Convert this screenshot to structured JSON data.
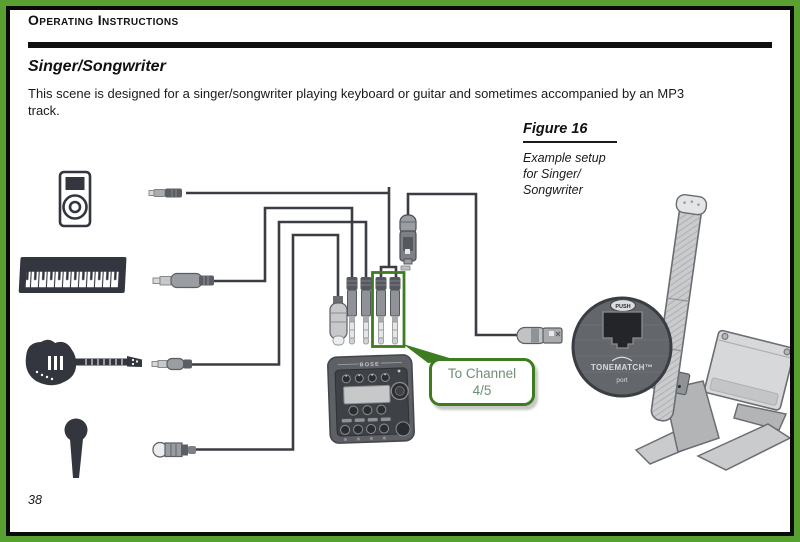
{
  "page": {
    "header": "Operating Instructions",
    "title": "Singer/Songwriter",
    "body_line1": "This scene is designed for a singer/songwriter playing keyboard or guitar and sometimes accompanied by an MP3",
    "body_line2": "track.",
    "page_number": "38"
  },
  "figure": {
    "label": "Figure 16",
    "caption_1": "Example setup",
    "caption_2": "for Singer/",
    "caption_3": "Songwriter"
  },
  "callout": {
    "line1": "To Channel",
    "line2": "4/5"
  },
  "devices": {
    "mixer_brand": "BOSE",
    "tonematch_push": "PUSH",
    "tonematch_brand": "TONEMATCH™",
    "tonematch_port_label": "port"
  },
  "icons": {
    "mp3_player": "mp3-player-icon",
    "keyboard": "keyboard-icon",
    "guitar": "guitar-icon",
    "microphone": "microphone-icon",
    "mixer": "t1-mixer-icon",
    "tonematch_port": "tonematch-port-icon",
    "l1_system": "l1-system-icon"
  },
  "colors": {
    "frame_green": "#58a02f",
    "highlight_green": "#3e7c20",
    "callout_text": "#6d8f75",
    "ink": "#33363e"
  }
}
